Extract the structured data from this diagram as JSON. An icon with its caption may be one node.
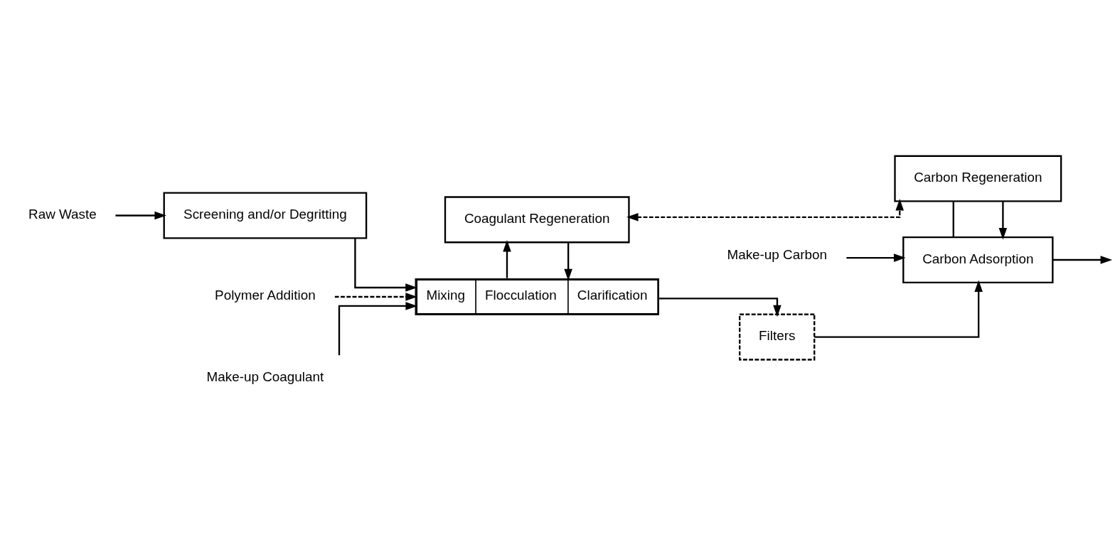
{
  "diagram": {
    "nodes": [
      {
        "text": [
          "Raw Waste"
        ]
      },
      {
        "text": [
          "Screening and/or Degritting"
        ]
      },
      {
        "text": [
          "Polymer Addition"
        ]
      },
      {
        "text": [
          "Mixing",
          "Flocculation",
          "Clarification"
        ]
      },
      {
        "text": [
          "Filters"
        ]
      },
      {
        "text": [
          "Carbon Adsorption"
        ]
      },
      {
        "text": [
          "Make-up Coagulant"
        ]
      },
      {
        "text": [
          "Coagulant Regeneration"
        ]
      },
      {
        "text": [
          "Make-up Carbon"
        ]
      },
      {
        "text": [
          "Carbon Regeneration"
        ]
      }
    ],
    "edges": [
      {
        "from": 0,
        "to": 1,
        "arrow": "to"
      },
      {
        "from": 1,
        "to": 3,
        "arrow": "to"
      },
      {
        "from": 2,
        "to": 3,
        "arrow": "to",
        "style": "dashed"
      },
      {
        "from": 3,
        "to": 4,
        "arrow": "to"
      },
      {
        "from": 4,
        "to": 5,
        "arrow": "to"
      },
      {
        "from": 5,
        "to": null,
        "arrow": "to"
      },
      {
        "from": 3,
        "to": 7,
        "arrow": "to"
      },
      {
        "from": 7,
        "to": 3,
        "arrow": "to"
      },
      {
        "from": 6,
        "to": 3,
        "arrow": "to"
      },
      {
        "from": 9,
        "to": 5,
        "arrow": "to"
      },
      {
        "from": 5,
        "to": 9,
        "arrow": "none"
      },
      {
        "from": 8,
        "to": 5,
        "arrow": "to"
      },
      {
        "from": 7,
        "to": 9,
        "arrow": "both",
        "style": "dashed"
      }
    ]
  }
}
